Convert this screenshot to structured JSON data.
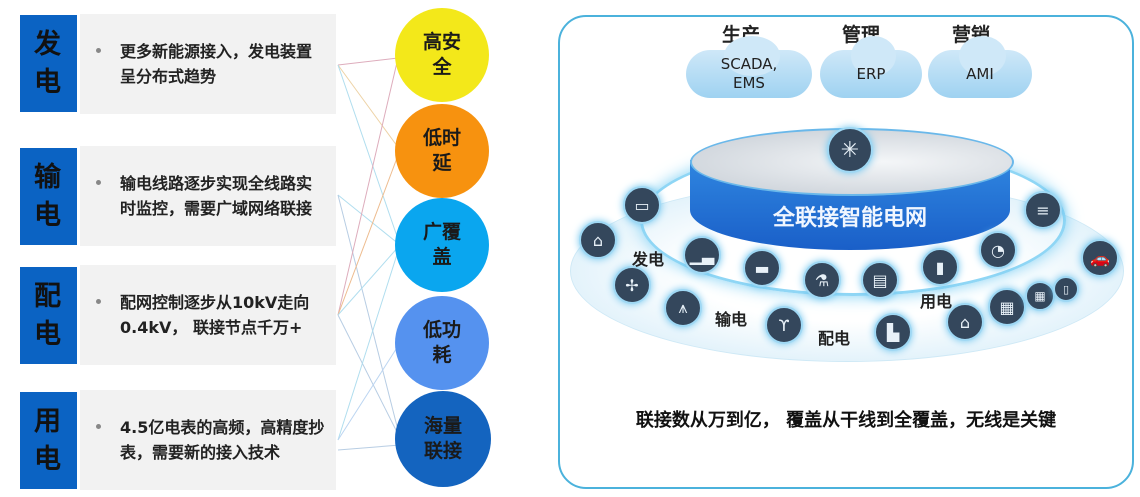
{
  "segments": [
    {
      "label": "发电",
      "description": "更多新能源接入，发电装置呈分布式趋势"
    },
    {
      "label": "输电",
      "description": "输电线路逐步实现全线路实时监控，需要广域网络联接"
    },
    {
      "label": "配电",
      "description": "配网控制逐步从10kV走向0.4kV， 联接节点千万+"
    },
    {
      "label": "用电",
      "description": "4.5亿电表的高频，高精度抄表，需要新的接入技术"
    }
  ],
  "requirements": [
    {
      "label": "高安全",
      "color": "#f3e81a"
    },
    {
      "label": "低时延",
      "color": "#f7920f"
    },
    {
      "label": "广覆盖",
      "color": "#0aa6ef"
    },
    {
      "label": "低功耗",
      "color": "#5592ef"
    },
    {
      "label": "海量联接",
      "color": "#1464bf"
    }
  ],
  "panel": {
    "categories": [
      {
        "title": "生产",
        "cloud": "SCADA, EMS"
      },
      {
        "title": "管理",
        "cloud": "ERP"
      },
      {
        "title": "营销",
        "cloud": "AMI"
      }
    ],
    "platform_title": "全联接智能电网",
    "ring_labels": [
      "发电",
      "输电",
      "配电",
      "用电"
    ],
    "footer": "联接数从万到亿， 覆盖从干线到全覆盖，无线是关键"
  }
}
